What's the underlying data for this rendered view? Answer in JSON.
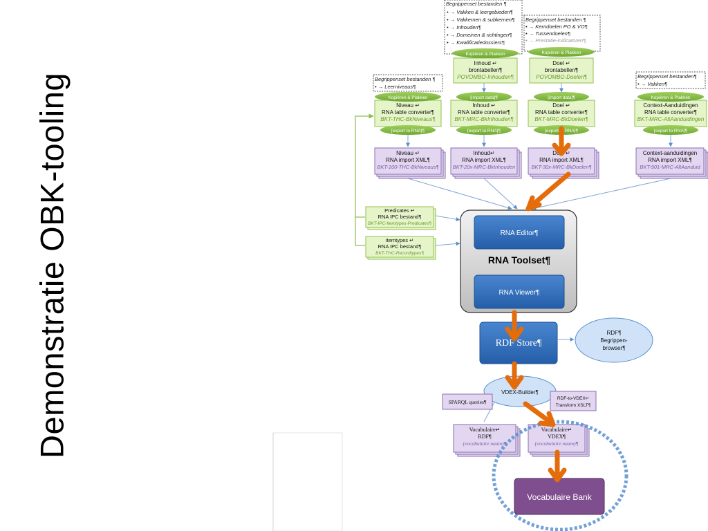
{
  "slide": {
    "title": "Demonstratie OBK-tooling"
  },
  "colors": {
    "arrow": "#e46c0a",
    "toolbox": "#2e6fb7",
    "bank": "#7f4e8e",
    "green_box": "#e6f5c9",
    "purple_box": "#e2d6f0"
  },
  "sources": {
    "a": {
      "title": "Begrippenset bestanden ¶",
      "items": [
        "Vakken & leergebieden¶",
        "Vakkernen & subkernen¶",
        "Inhouden¶",
        "Domeinen & richtingen¶",
        "Kwalificatiedossiers¶"
      ]
    },
    "b": {
      "title": "Begrippenset bestanden ¶",
      "items": [
        "Kerndoelen PO & VO¶",
        "Tussendoelen¶",
        "Prestatie-indicatoren¶"
      ]
    },
    "c": {
      "title": "Begrippenset bestanden ¶",
      "items": [
        "Leerniveaus¶"
      ]
    },
    "d": {
      "title": "Begrippenset bestanden¶",
      "items": [
        "Vakken¶"
      ]
    }
  },
  "pills": {
    "copy_paste": "Kopiëren & Plakken",
    "import_data": "[import data]¶",
    "export_to_rna": "[export to RNA]¶"
  },
  "sourcetables": {
    "inhoud": {
      "line1": "Inhoud ↵",
      "line2": "brontabellen¶",
      "sub": "POVOMBO-Inhouden¶"
    },
    "doel": {
      "line1": "Doel ↵",
      "line2": "brontabellen¶",
      "sub": "POVOMBO-Doelen¶"
    }
  },
  "converters": {
    "niveau": {
      "line1": "Niveau ↵",
      "line2": "RNA table converter¶",
      "sub": "BKT-THC-BkNiveaus¶"
    },
    "inhoud": {
      "line1": "Inhoud ↵",
      "line2": "RNA table converter¶",
      "sub": "BKT-MRC-BkInhouden¶"
    },
    "doel": {
      "line1": "Doel ↵",
      "line2": "RNA table converter¶",
      "sub": "BKT-MRC-BkDoelen¶"
    },
    "context": {
      "line1": "Context-Aanduidingen",
      "line2": "RNA table converter¶",
      "sub": "BKT-MRC-AltAanduidingen"
    }
  },
  "xmlfiles": {
    "niveau": {
      "line1": "Niveau ↵",
      "line2": "RNA import XML¶",
      "sub": "BKT-100-THC-BkNiveaus¶"
    },
    "inhoud": {
      "line1": "Inhoud↵",
      "line2": "RNA import XML¶",
      "sub": "BKT-20x-MRC-BkInhouden"
    },
    "doel": {
      "line1": "Doel ↵",
      "line2": "RNA import XML¶",
      "sub": "BKT-30x-MRC-BkDoelen¶"
    },
    "context": {
      "line1": "Context-aanduidingen",
      "line2": "RNA import XML¶",
      "sub": "BKT-901-MRC-AltAanduid"
    }
  },
  "ipc": {
    "predicates": {
      "line1": "Predicates ↵",
      "line2": "RNA IPC bestand¶",
      "sub": "BKT-IPC-Itemtypes-Predicates¶"
    },
    "itemtypes": {
      "line1": "Itemtypes ↵",
      "line2": "RNA IPC bestand¶",
      "sub": "BKT-THC-Recordtypes¶"
    }
  },
  "toolset": {
    "editor": "RNA Editor¶",
    "title": "RNA Toolset¶",
    "viewer": "RNA Viewer¶"
  },
  "rdfstore": "RDF Store¶",
  "browser": {
    "line1": "RDF¶",
    "line2": "Begrippen-",
    "line3": "browser¶"
  },
  "vdexbuilder": "VDEX-Builder¶",
  "sparql": "SPARQL queries¶",
  "xslt": {
    "line1": "RDF-to-VDEX↵",
    "line2": "Transform XSLT¶"
  },
  "vocab_rdf": {
    "line1": "Vocabulaire↵",
    "line2": "RDF¶",
    "sub": "(vocabulaire naam)¶"
  },
  "vocab_vdex": {
    "line1": "Vocabulaire↵",
    "line2": "VDEX¶",
    "sub": "(vocabulaire naam)¶"
  },
  "bank": "Vocabulaire Bank"
}
